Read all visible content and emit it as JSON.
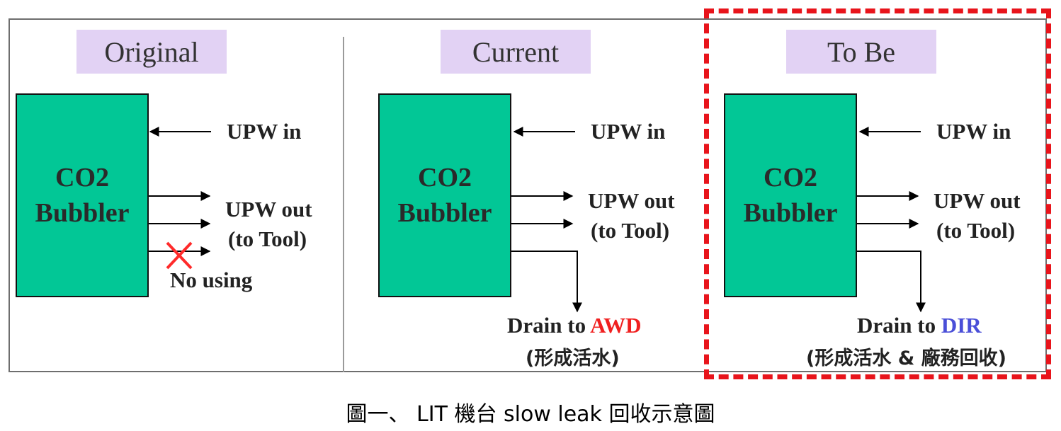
{
  "panels": [
    {
      "title": "Original",
      "bubbler": [
        "CO2",
        "Bubbler"
      ],
      "upw_in": "UPW in",
      "upw_out": [
        "UPW out",
        "(to Tool)"
      ],
      "no_using": "No using"
    },
    {
      "title": "Current",
      "bubbler": [
        "CO2",
        "Bubbler"
      ],
      "upw_in": "UPW in",
      "upw_out": [
        "UPW out",
        "(to Tool)"
      ],
      "drain_prefix": "Drain to ",
      "drain_target": "AWD",
      "drain_note": "(形成活水)"
    },
    {
      "title": "To Be",
      "bubbler": [
        "CO2",
        "Bubbler"
      ],
      "upw_in": "UPW in",
      "upw_out": [
        "UPW out",
        "(to Tool)"
      ],
      "drain_prefix": "Drain to ",
      "drain_target": "DIR",
      "drain_note": "(形成活水 & 廠務回收)"
    }
  ],
  "caption": "圖一、  LIT 機台 slow leak 回收示意圖",
  "colors": {
    "bubbler_fill": "#02c796",
    "title_fill": "#e2d2f4",
    "highlight_border": "#e8141b",
    "awd_text": "#f02020",
    "dir_text": "#4a4fd8",
    "x_mark": "#ff2a2a"
  }
}
